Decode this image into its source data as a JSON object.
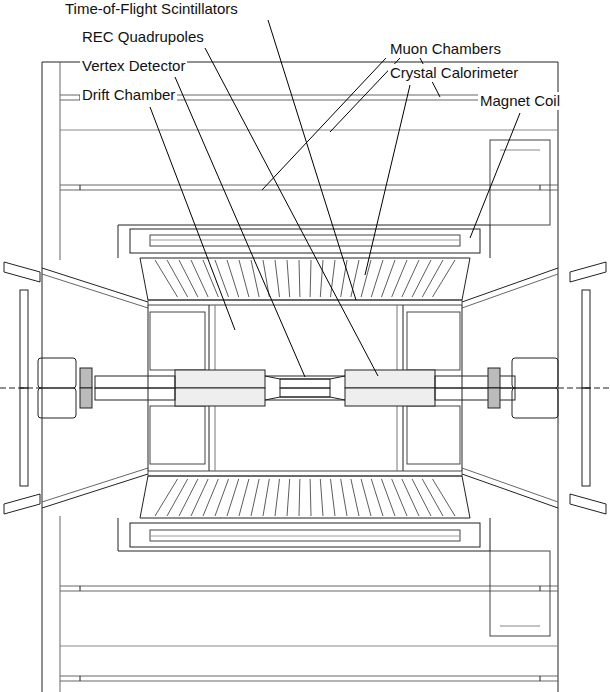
{
  "diagram": {
    "labels": [
      "Time-of-Flight Scintillators",
      "REC Quadrupoles",
      "Vertex Detector",
      "Drift Chamber",
      "Muon Chambers",
      "Crystal Calorimeter",
      "Magnet Coil"
    ]
  }
}
